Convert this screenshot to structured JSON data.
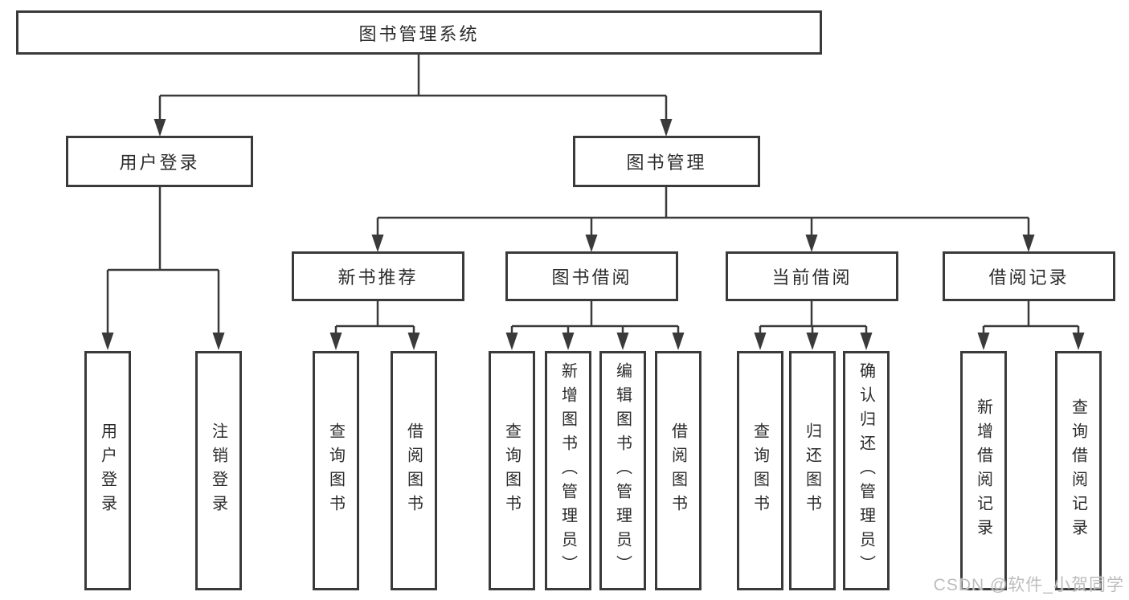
{
  "diagram_type": "functional-structure-tree",
  "colors": {
    "background": "#ffffff",
    "box_border": "#3a3a3a",
    "connector_line": "#3a3a3a",
    "text": "#2b2b2b",
    "watermark": "#bdbdbd"
  },
  "nodes": {
    "root": "图书管理系统",
    "user_login_group": "用户登录",
    "book_management": "图书管理",
    "new_book_recommend": "新书推荐",
    "book_borrow": "图书借阅",
    "current_borrow": "当前借阅",
    "borrow_records": "借阅记录",
    "user_login": "用户登录",
    "logout": "注销登录",
    "query_books_1": "查询图书",
    "borrow_books_1": "借阅图书",
    "query_books_2": "查询图书",
    "add_book_admin": "新增图书（管理员）",
    "edit_book_admin": "编辑图书（管理员）",
    "borrow_books_2": "借阅图书",
    "query_books_3": "查询图书",
    "return_book": "归还图书",
    "confirm_return_admin": "确认归还（管理员）",
    "add_borrow_record": "新增借阅记录",
    "query_borrow_record": "查询借阅记录"
  },
  "hierarchy": {
    "图书管理系统": {
      "用户登录": [
        "用户登录",
        "注销登录"
      ],
      "图书管理": {
        "新书推荐": [
          "查询图书",
          "借阅图书"
        ],
        "图书借阅": [
          "查询图书",
          "新增图书（管理员）",
          "编辑图书（管理员）",
          "借阅图书"
        ],
        "当前借阅": [
          "查询图书",
          "归还图书",
          "确认归还（管理员）"
        ],
        "借阅记录": [
          "新增借阅记录",
          "查询借阅记录"
        ]
      }
    }
  },
  "watermark": "CSDN @软件_小贺同学"
}
